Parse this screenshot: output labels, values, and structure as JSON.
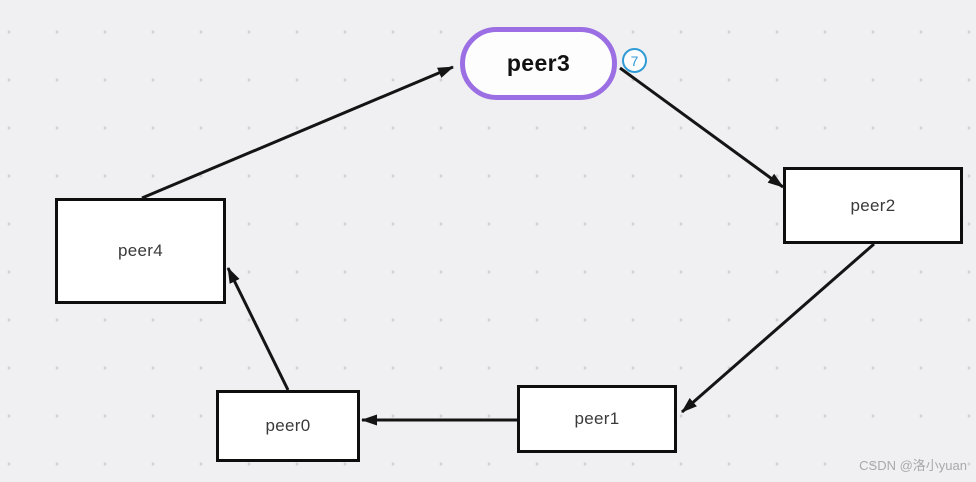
{
  "diagram": {
    "nodes": {
      "peer3": {
        "label": "peer3",
        "shape": "pill",
        "border_color": "#9b6fe3"
      },
      "peer2": {
        "label": "peer2",
        "shape": "rect"
      },
      "peer4": {
        "label": "peer4",
        "shape": "rect"
      },
      "peer1": {
        "label": "peer1",
        "shape": "rect"
      },
      "peer0": {
        "label": "peer0",
        "shape": "rect"
      }
    },
    "badge": {
      "label": "7",
      "color": "#2f9bd6"
    },
    "edges": [
      {
        "from": "peer4",
        "to": "peer3"
      },
      {
        "from": "peer3",
        "to": "peer2"
      },
      {
        "from": "peer2",
        "to": "peer1"
      },
      {
        "from": "peer1",
        "to": "peer0"
      },
      {
        "from": "peer0",
        "to": "peer4"
      }
    ],
    "colors": {
      "background": "#f0f0f2",
      "grid_dot": "#d2d2d6",
      "node_border": "#0e0e0e",
      "edge": "#141414"
    }
  },
  "watermark": {
    "text": "CSDN @洛小yuan"
  }
}
